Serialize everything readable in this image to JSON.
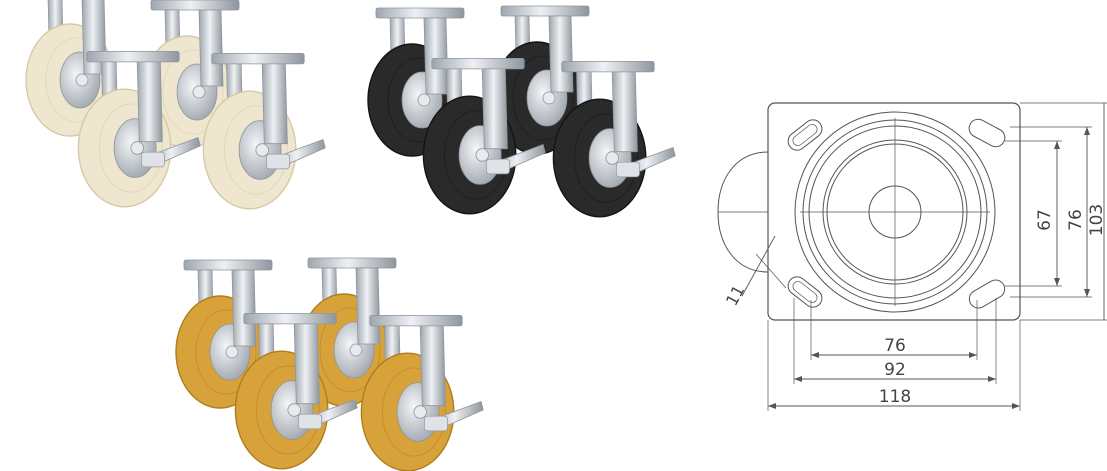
{
  "colors": {
    "background": "#ffffff",
    "steel": "#c9ced4",
    "steel_dark": "#8e959d",
    "wheel_cream": "#efe6cf",
    "wheel_cream_edge": "#d6c9a6",
    "wheel_black": "#2a2a2a",
    "wheel_black_edge": "#141414",
    "wheel_amber": "#d8a23a",
    "wheel_amber_edge": "#b07d1e",
    "drawing_line": "#555555"
  },
  "groups": {
    "cream": {
      "icon": "caster-wheel-icon"
    },
    "black": {
      "icon": "caster-wheel-icon"
    },
    "amber": {
      "icon": "caster-wheel-icon"
    }
  },
  "drawing": {
    "dims": {
      "hole": "11",
      "inner_height": "67",
      "outer_height": "76",
      "plate_height": "103",
      "inner_width": "76",
      "outer_width": "92",
      "plate_width": "118"
    }
  }
}
